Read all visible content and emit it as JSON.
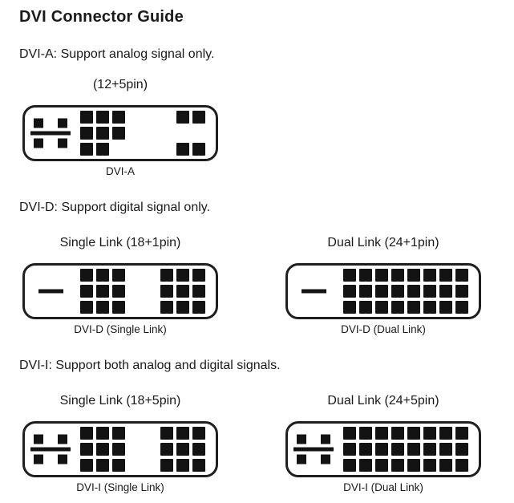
{
  "title": "DVI Connector Guide",
  "colors": {
    "background": "#ffffff",
    "text": "#1a1a1a",
    "pin": "#131313",
    "outline": "#1f1f1f"
  },
  "sections": [
    {
      "id": "dvi-a",
      "description": "DVI-A: Support analog signal only.",
      "connectors": [
        {
          "heading": "(12+5pin)",
          "caption": "DVI-A",
          "link_type": "single",
          "left_contact": "analog-cross",
          "pin_count_label": "12+5",
          "pin_matrix": [
            [
              1,
              1,
              1,
              0,
              0,
              0,
              1,
              1
            ],
            [
              1,
              1,
              1,
              0,
              0,
              0,
              0,
              0
            ],
            [
              1,
              1,
              0,
              0,
              0,
              0,
              1,
              1
            ]
          ]
        }
      ]
    },
    {
      "id": "dvi-d",
      "description": "DVI-D: Support digital signal only.",
      "connectors": [
        {
          "heading": "Single Link (18+1pin)",
          "caption": "DVI-D (Single Link)",
          "link_type": "single",
          "left_contact": "flat-blade",
          "pin_count_label": "18+1",
          "pin_matrix": [
            [
              1,
              1,
              1,
              0,
              0,
              1,
              1,
              1
            ],
            [
              1,
              1,
              1,
              0,
              0,
              1,
              1,
              1
            ],
            [
              1,
              1,
              1,
              0,
              0,
              1,
              1,
              1
            ]
          ]
        },
        {
          "heading": "Dual Link (24+1pin)",
          "caption": "DVI-D (Dual Link)",
          "link_type": "dual",
          "left_contact": "flat-blade",
          "pin_count_label": "24+1",
          "pin_matrix": [
            [
              1,
              1,
              1,
              1,
              1,
              1,
              1,
              1
            ],
            [
              1,
              1,
              1,
              1,
              1,
              1,
              1,
              1
            ],
            [
              1,
              1,
              1,
              1,
              1,
              1,
              1,
              1
            ]
          ]
        }
      ]
    },
    {
      "id": "dvi-i",
      "description": "DVI-I: Support both analog and digital signals.",
      "connectors": [
        {
          "heading": "Single Link (18+5pin)",
          "caption": "DVI-I (Single Link)",
          "link_type": "single",
          "left_contact": "analog-cross",
          "pin_count_label": "18+5",
          "pin_matrix": [
            [
              1,
              1,
              1,
              0,
              0,
              1,
              1,
              1
            ],
            [
              1,
              1,
              1,
              0,
              0,
              1,
              1,
              1
            ],
            [
              1,
              1,
              1,
              0,
              0,
              1,
              1,
              1
            ]
          ]
        },
        {
          "heading": "Dual Link (24+5pin)",
          "caption": "DVI-I (Dual Link)",
          "link_type": "dual",
          "left_contact": "analog-cross",
          "pin_count_label": "24+5",
          "pin_matrix": [
            [
              1,
              1,
              1,
              1,
              1,
              1,
              1,
              1
            ],
            [
              1,
              1,
              1,
              1,
              1,
              1,
              1,
              1
            ],
            [
              1,
              1,
              1,
              1,
              1,
              1,
              1,
              1
            ]
          ]
        }
      ]
    }
  ]
}
